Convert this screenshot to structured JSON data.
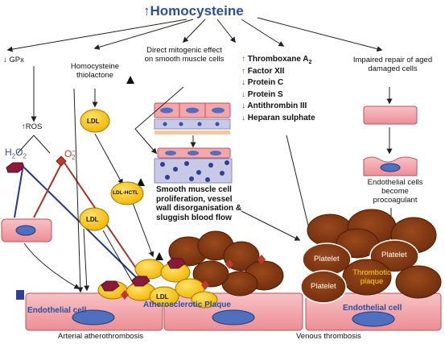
{
  "title": "Homocysteine",
  "gpx": "GPx",
  "ros": "ROS",
  "h2o2": "H2O2",
  "o2": "O2",
  "thiolactone": "Homocysteine thiolactone",
  "mitogenic": "Direct mitogenic effect on smooth muscle cells",
  "factors": [
    {
      "dir": "up",
      "text": "Thromboxane A",
      "sub": "2"
    },
    {
      "dir": "up",
      "text": "Factor XII",
      "sub": ""
    },
    {
      "dir": "down",
      "text": "Protein C",
      "sub": ""
    },
    {
      "dir": "down",
      "text": "Protein S",
      "sub": ""
    },
    {
      "dir": "down",
      "text": "Antithrombin III",
      "sub": ""
    },
    {
      "dir": "down",
      "text": "Heparan sulphate",
      "sub": ""
    }
  ],
  "repair": "Impaired repair of aged damaged cells",
  "procoag": "Endothelial cells become procoagulant",
  "smc": "Smooth muscle cell proliferation, vessel wall disorganisation & sluggish blood flow",
  "ldl": "LDL",
  "ldl_hctl": "LDL-HCTL",
  "endothelial": "Endothelial cell",
  "plaque": "Atherosclerotic Plaque",
  "platelet": "Platelet",
  "thrombotic": "Thrombotic plaque",
  "arterial": "Arterial atherothrombosis",
  "venous": "Venous thrombosis",
  "colors": {
    "title": "#2a4f9e",
    "ldl_fill": "#f6c122",
    "ldl_stroke": "#a07400",
    "platelet": "#7b3410",
    "cell_fill": "#f4a6aa",
    "cell_stroke": "#b9545a",
    "nucleus": "#4f6fbf",
    "up_arrow": "#c0392b",
    "down_arrow": "#6d2fa0"
  }
}
